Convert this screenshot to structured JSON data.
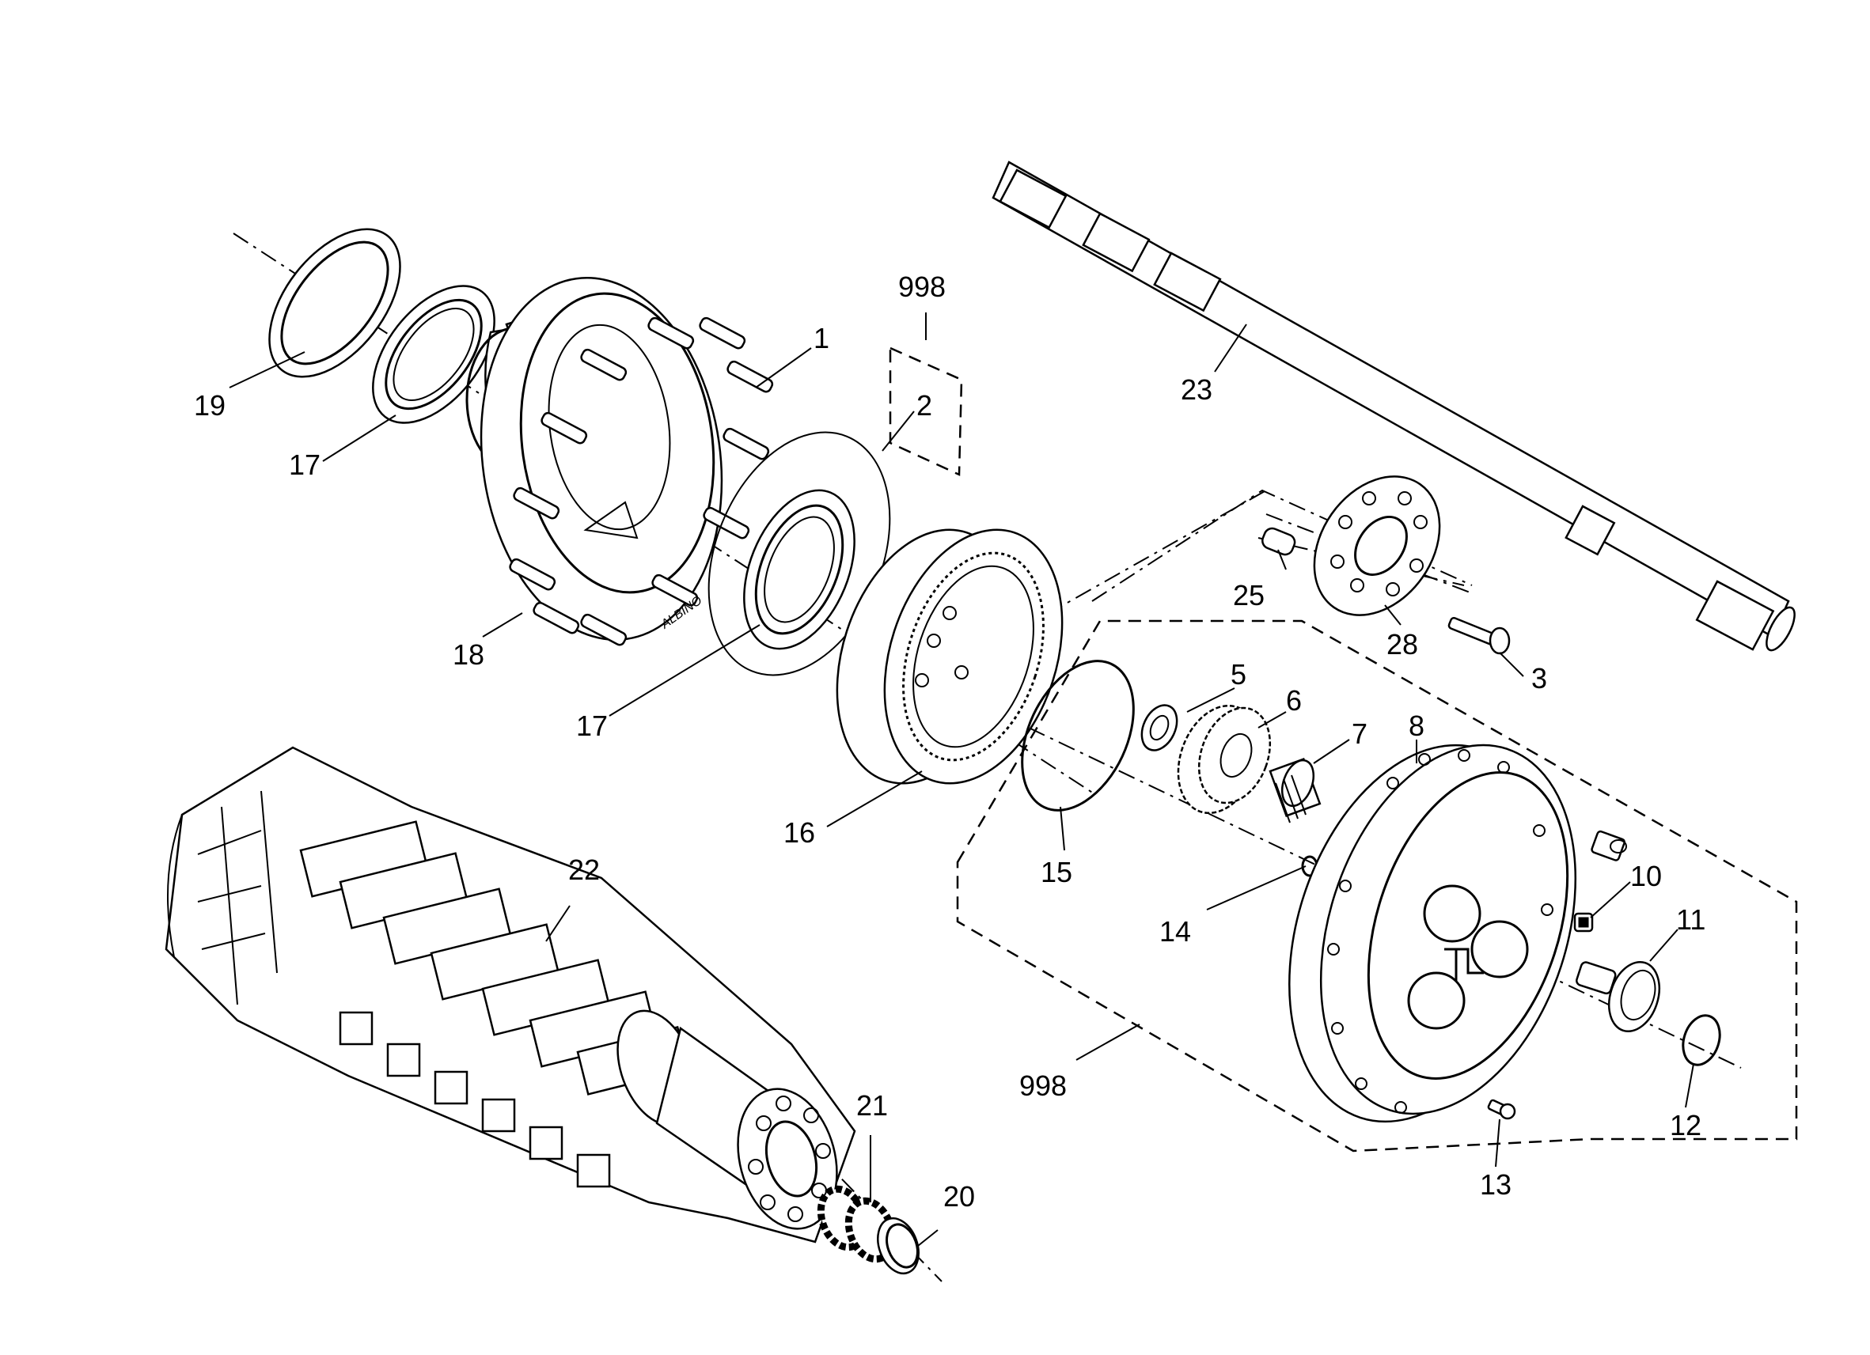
{
  "callouts": {
    "c1": "1",
    "c2": "2",
    "c3": "3",
    "c5": "5",
    "c6": "6",
    "c7": "7",
    "c8": "8",
    "c10": "10",
    "c11": "11",
    "c12": "12",
    "c13": "13",
    "c14": "14",
    "c15": "15",
    "c16": "16",
    "c17a": "17",
    "c17b": "17",
    "c18": "18",
    "c19": "19",
    "c20": "20",
    "c21": "21",
    "c22": "22",
    "c23": "23",
    "c25": "25",
    "c28": "28",
    "c998a": "998",
    "c998b": "998"
  },
  "stamp_text": "ALBINO"
}
